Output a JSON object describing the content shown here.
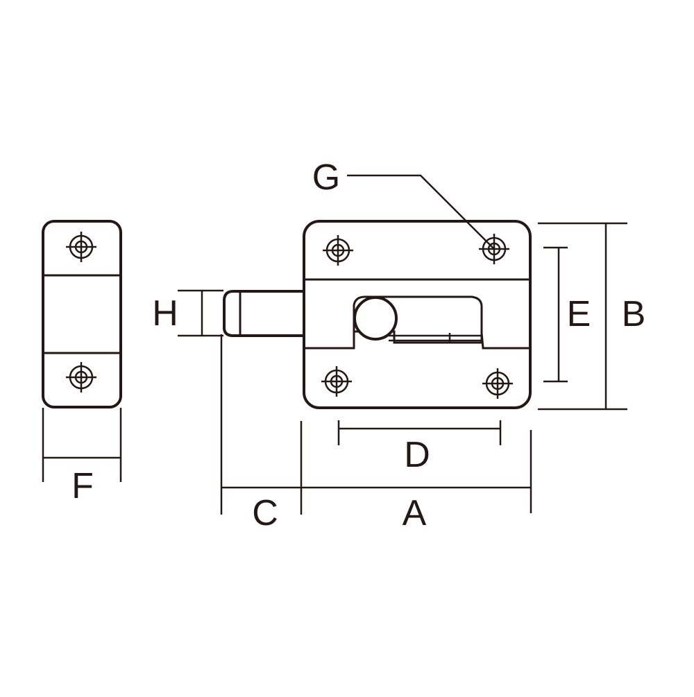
{
  "diagram": {
    "line_color": "#231815",
    "background": "#ffffff",
    "labels": {
      "a": "A",
      "b": "B",
      "c": "C",
      "d": "D",
      "e": "E",
      "f": "F",
      "g": "G",
      "h": "H"
    }
  }
}
